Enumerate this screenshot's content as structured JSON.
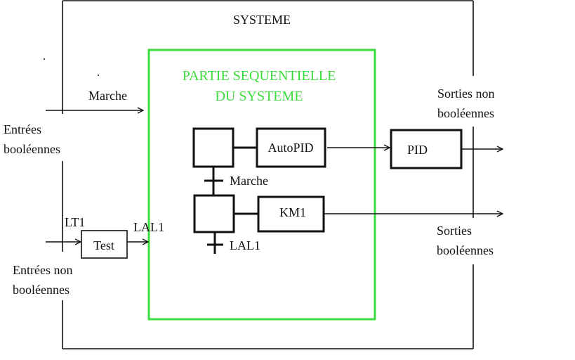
{
  "system_label": "SYSTEME",
  "sequential_part": {
    "line1": "PARTIE SEQUENTIELLE",
    "line2": "DU SYSTEME",
    "color": "#3ddc3d"
  },
  "inputs": {
    "boolean": {
      "line1": "Entrées",
      "line2": "booléennes",
      "signal": "Marche"
    },
    "non_boolean": {
      "line1": "Entrées non",
      "line2": "booléennes",
      "signal": "LT1",
      "block": "Test",
      "output": "LAL1"
    }
  },
  "grafcet": {
    "step1_action": "AutoPID",
    "transition1": "Marche",
    "step2_action": "KM1",
    "transition2": "LAL1"
  },
  "outputs": {
    "non_boolean": {
      "line1": "Sorties non",
      "line2": "booléennes",
      "block": "PID"
    },
    "boolean": {
      "line1": "Sorties",
      "line2": "booléennes"
    }
  }
}
